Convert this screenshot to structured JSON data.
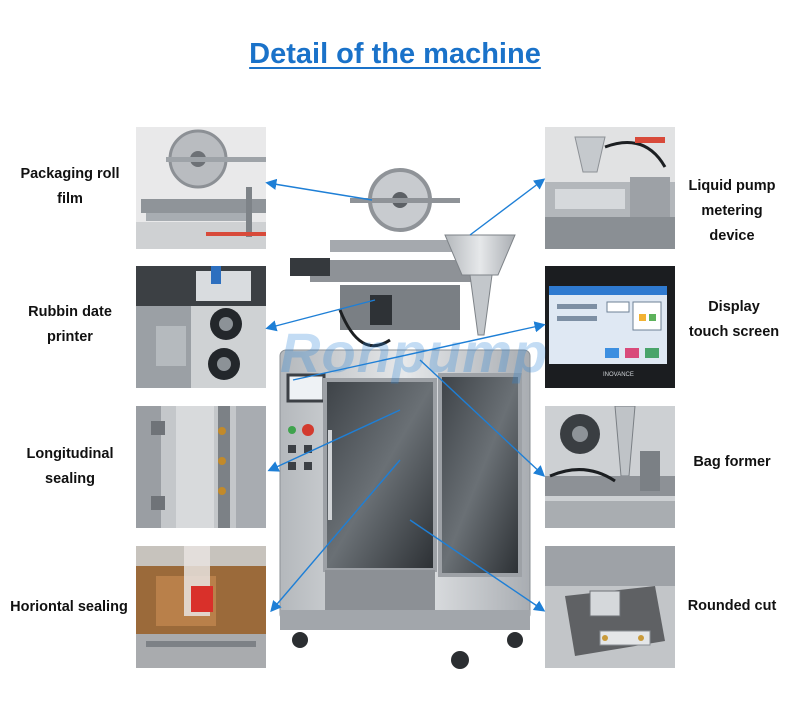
{
  "title": "Detail of the machine",
  "watermark": "Ronpump",
  "colors": {
    "title": "#1a72c9",
    "arrow": "#1e7fd6",
    "machine_steel": "#c9cdd0",
    "panel_dark": "#2f3337"
  },
  "left_features": [
    {
      "line1": "Packaging roll",
      "line2": "film"
    },
    {
      "line1": "Rubbin date",
      "line2": "printer"
    },
    {
      "line1": "Longitudinal",
      "line2": "sealing"
    },
    {
      "line1": "Horiontal sealing",
      "line2": ""
    }
  ],
  "right_features": [
    {
      "line1": "Liquid pump",
      "line2": "metering",
      "line3": "device"
    },
    {
      "line1": "Display",
      "line2": "touch screen",
      "line3": ""
    },
    {
      "line1": "Bag former",
      "line2": "",
      "line3": ""
    },
    {
      "line1": "Rounded cut",
      "line2": "",
      "line3": ""
    }
  ],
  "screen": {
    "brand": "INOVANCE"
  }
}
